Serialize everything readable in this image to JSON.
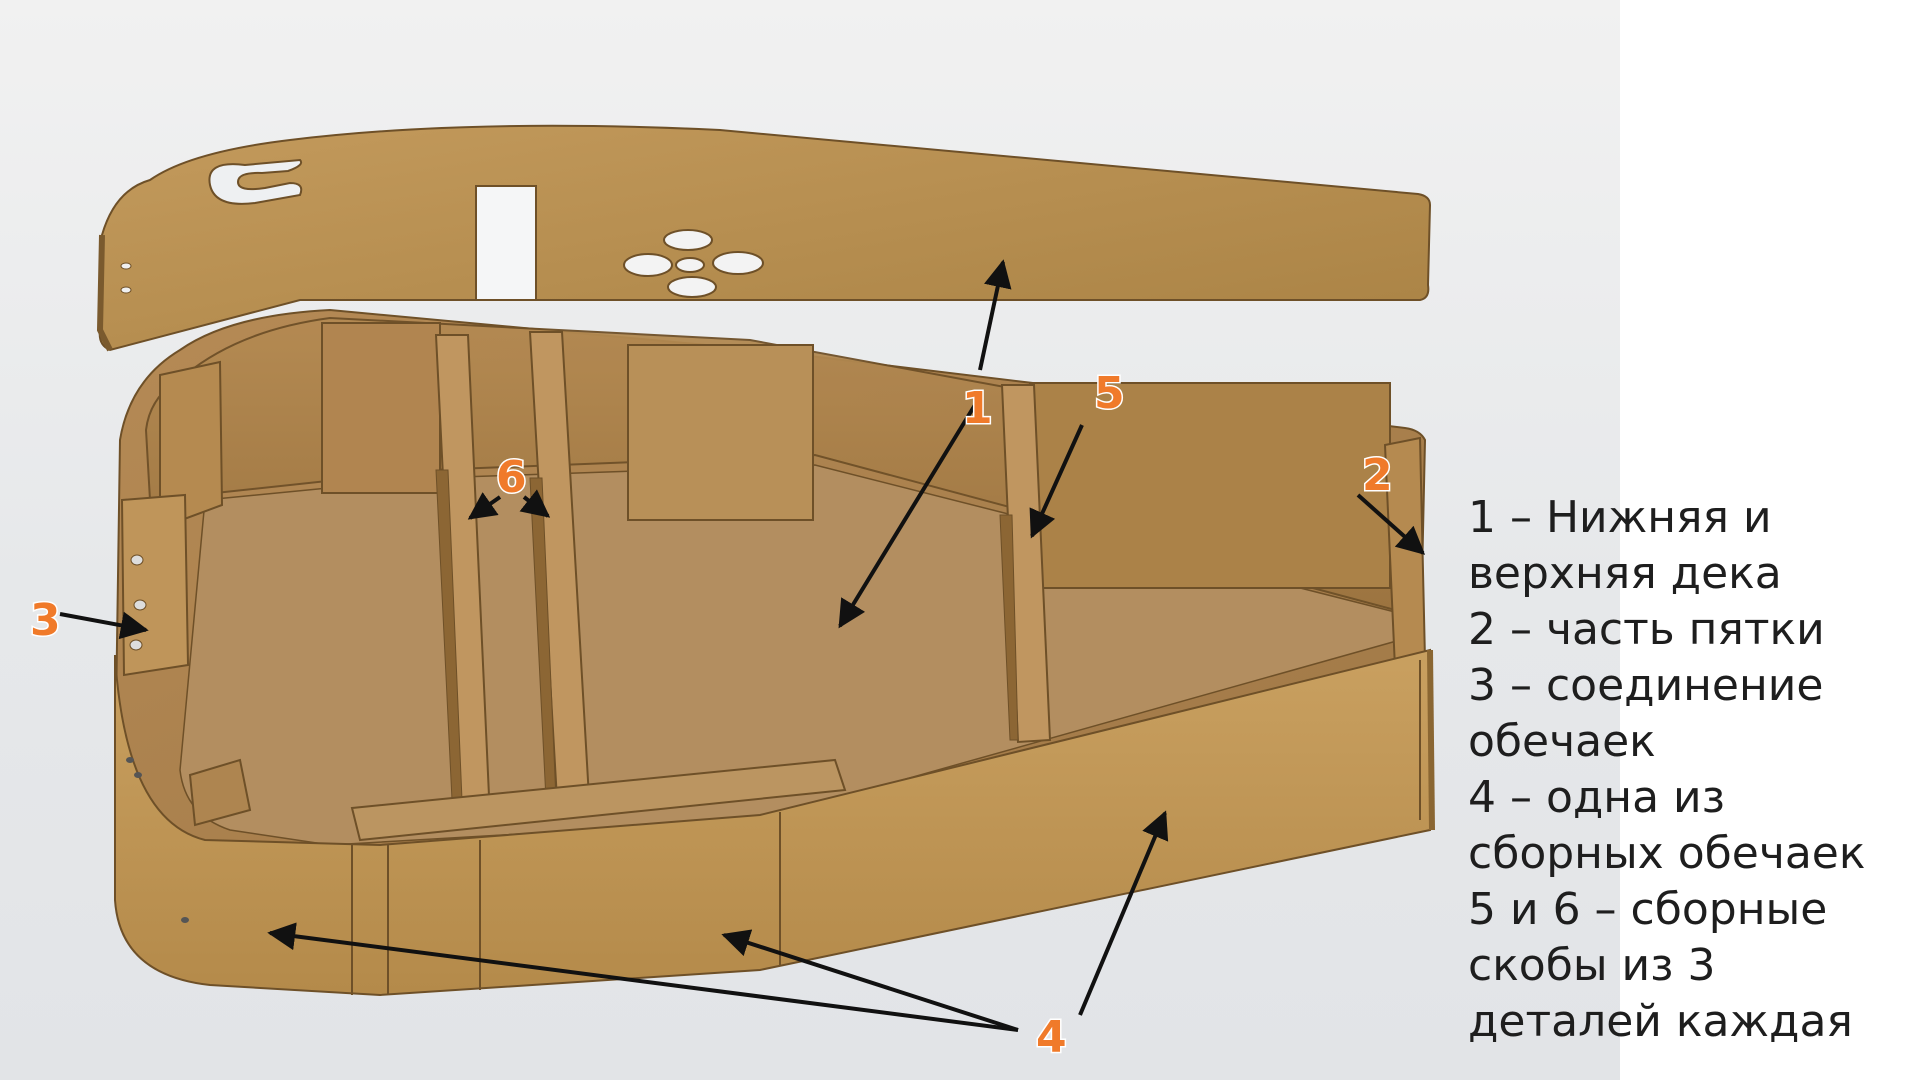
{
  "callouts": {
    "c1": "1",
    "c2": "2",
    "c3": "3",
    "c4": "4",
    "c5": "5",
    "c6": "6"
  },
  "legend": [
    "1 – Нижняя и верхняя дека",
    "2 – часть пятки",
    "3 – соединение обечаек",
    "4 – одна из сборных обечаек",
    "5 и 6 –  сборные скобы из 3 деталей каждая"
  ],
  "colors": {
    "wood_light": "#c9a46a",
    "wood_mid": "#b98e4e",
    "wood_dark": "#8d6532",
    "callout": "#f07a2a",
    "arrow": "#111111"
  }
}
